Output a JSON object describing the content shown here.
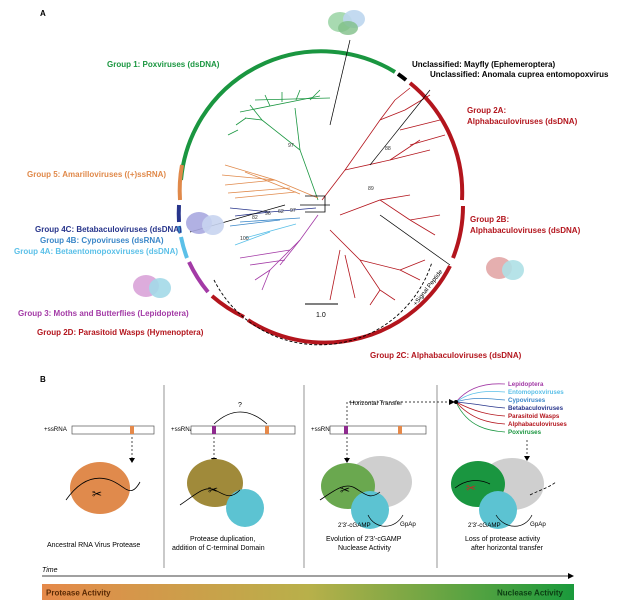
{
  "panel_a": {
    "label": "A",
    "groups": [
      {
        "text": "Group 1: Poxviruses (dsDNA)",
        "color": "#1a9640"
      },
      {
        "text": "Unclassified: Mayfly (Ephemeroptera)",
        "color": "#000000"
      },
      {
        "text": "Unclassified: Anomala cuprea entomopoxvirus",
        "color": "#000000"
      },
      {
        "text": "Group 2A:",
        "color": "#b3151d"
      },
      {
        "text": "Alphabaculoviruses (dsDNA)",
        "color": "#b3151d"
      },
      {
        "text": "Group 5: Amarilloviruses ((+)ssRNA)",
        "color": "#e0894a"
      },
      {
        "text": "Group 2B:",
        "color": "#b3151d"
      },
      {
        "text": "Alphabaculoviruses (dsDNA)",
        "color": "#b3151d"
      },
      {
        "text": "Group 4C: Betabaculoviruses (dsDNA)",
        "color": "#27348b"
      },
      {
        "text": "Group 4B: Cypoviruses (dsRNA)",
        "color": "#3b87c8"
      },
      {
        "text": "Group 4A: Betaentomopoxviruses (dsDNA)",
        "color": "#5bc0e8"
      },
      {
        "text": "Group 3: Moths and Butterflies (Lepidoptera)",
        "color": "#a33aa6"
      },
      {
        "text": "Group 2D: Parasitoid Wasps (Hymenoptera)",
        "color": "#b3151d"
      },
      {
        "text": "Group 2C: Alphabaculoviruses (dsDNA)",
        "color": "#b3151d"
      }
    ],
    "bootstrap": [
      "97",
      "88",
      "89",
      "100",
      "82",
      "96",
      "62",
      "97"
    ],
    "signal_peptide": "+Signal Peptide",
    "scale_bar": "1.0"
  },
  "panel_b": {
    "label": "B",
    "ssrna_labels": [
      "+ssRNA",
      "+ssRNA",
      "+ssRNA"
    ],
    "question_mark": "?",
    "horizontal_transfer": "Horizontal Transfer",
    "legend": [
      {
        "text": "Lepidoptera",
        "color": "#a33aa6"
      },
      {
        "text": "Entomopoxviruses",
        "color": "#5bc0e8"
      },
      {
        "text": "Cypoviruses",
        "color": "#3b87c8"
      },
      {
        "text": "Betabaculoviruses",
        "color": "#27348b"
      },
      {
        "text": "Parasitoid Wasps",
        "color": "#b3151d"
      },
      {
        "text": "Alphabaculoviruses",
        "color": "#b3151d"
      },
      {
        "text": "Poxviruses",
        "color": "#1a9640"
      }
    ],
    "cgamp_labels": [
      "2'3'-cGAMP",
      "2'3'-cGAMP"
    ],
    "gpap_labels": [
      "GpAp",
      "GpAp"
    ],
    "captions": [
      "Ancestral RNA Virus Protease",
      "Protease duplication,",
      "addition of C-terminal Domain",
      "Evolution of 2'3'-cGAMP",
      "Nuclease Activity",
      "Loss of protease activity",
      "after horizontal transfer"
    ],
    "time_label": "Time",
    "gradient_left": "Protease Activity",
    "gradient_right": "Nuclease Activity"
  }
}
